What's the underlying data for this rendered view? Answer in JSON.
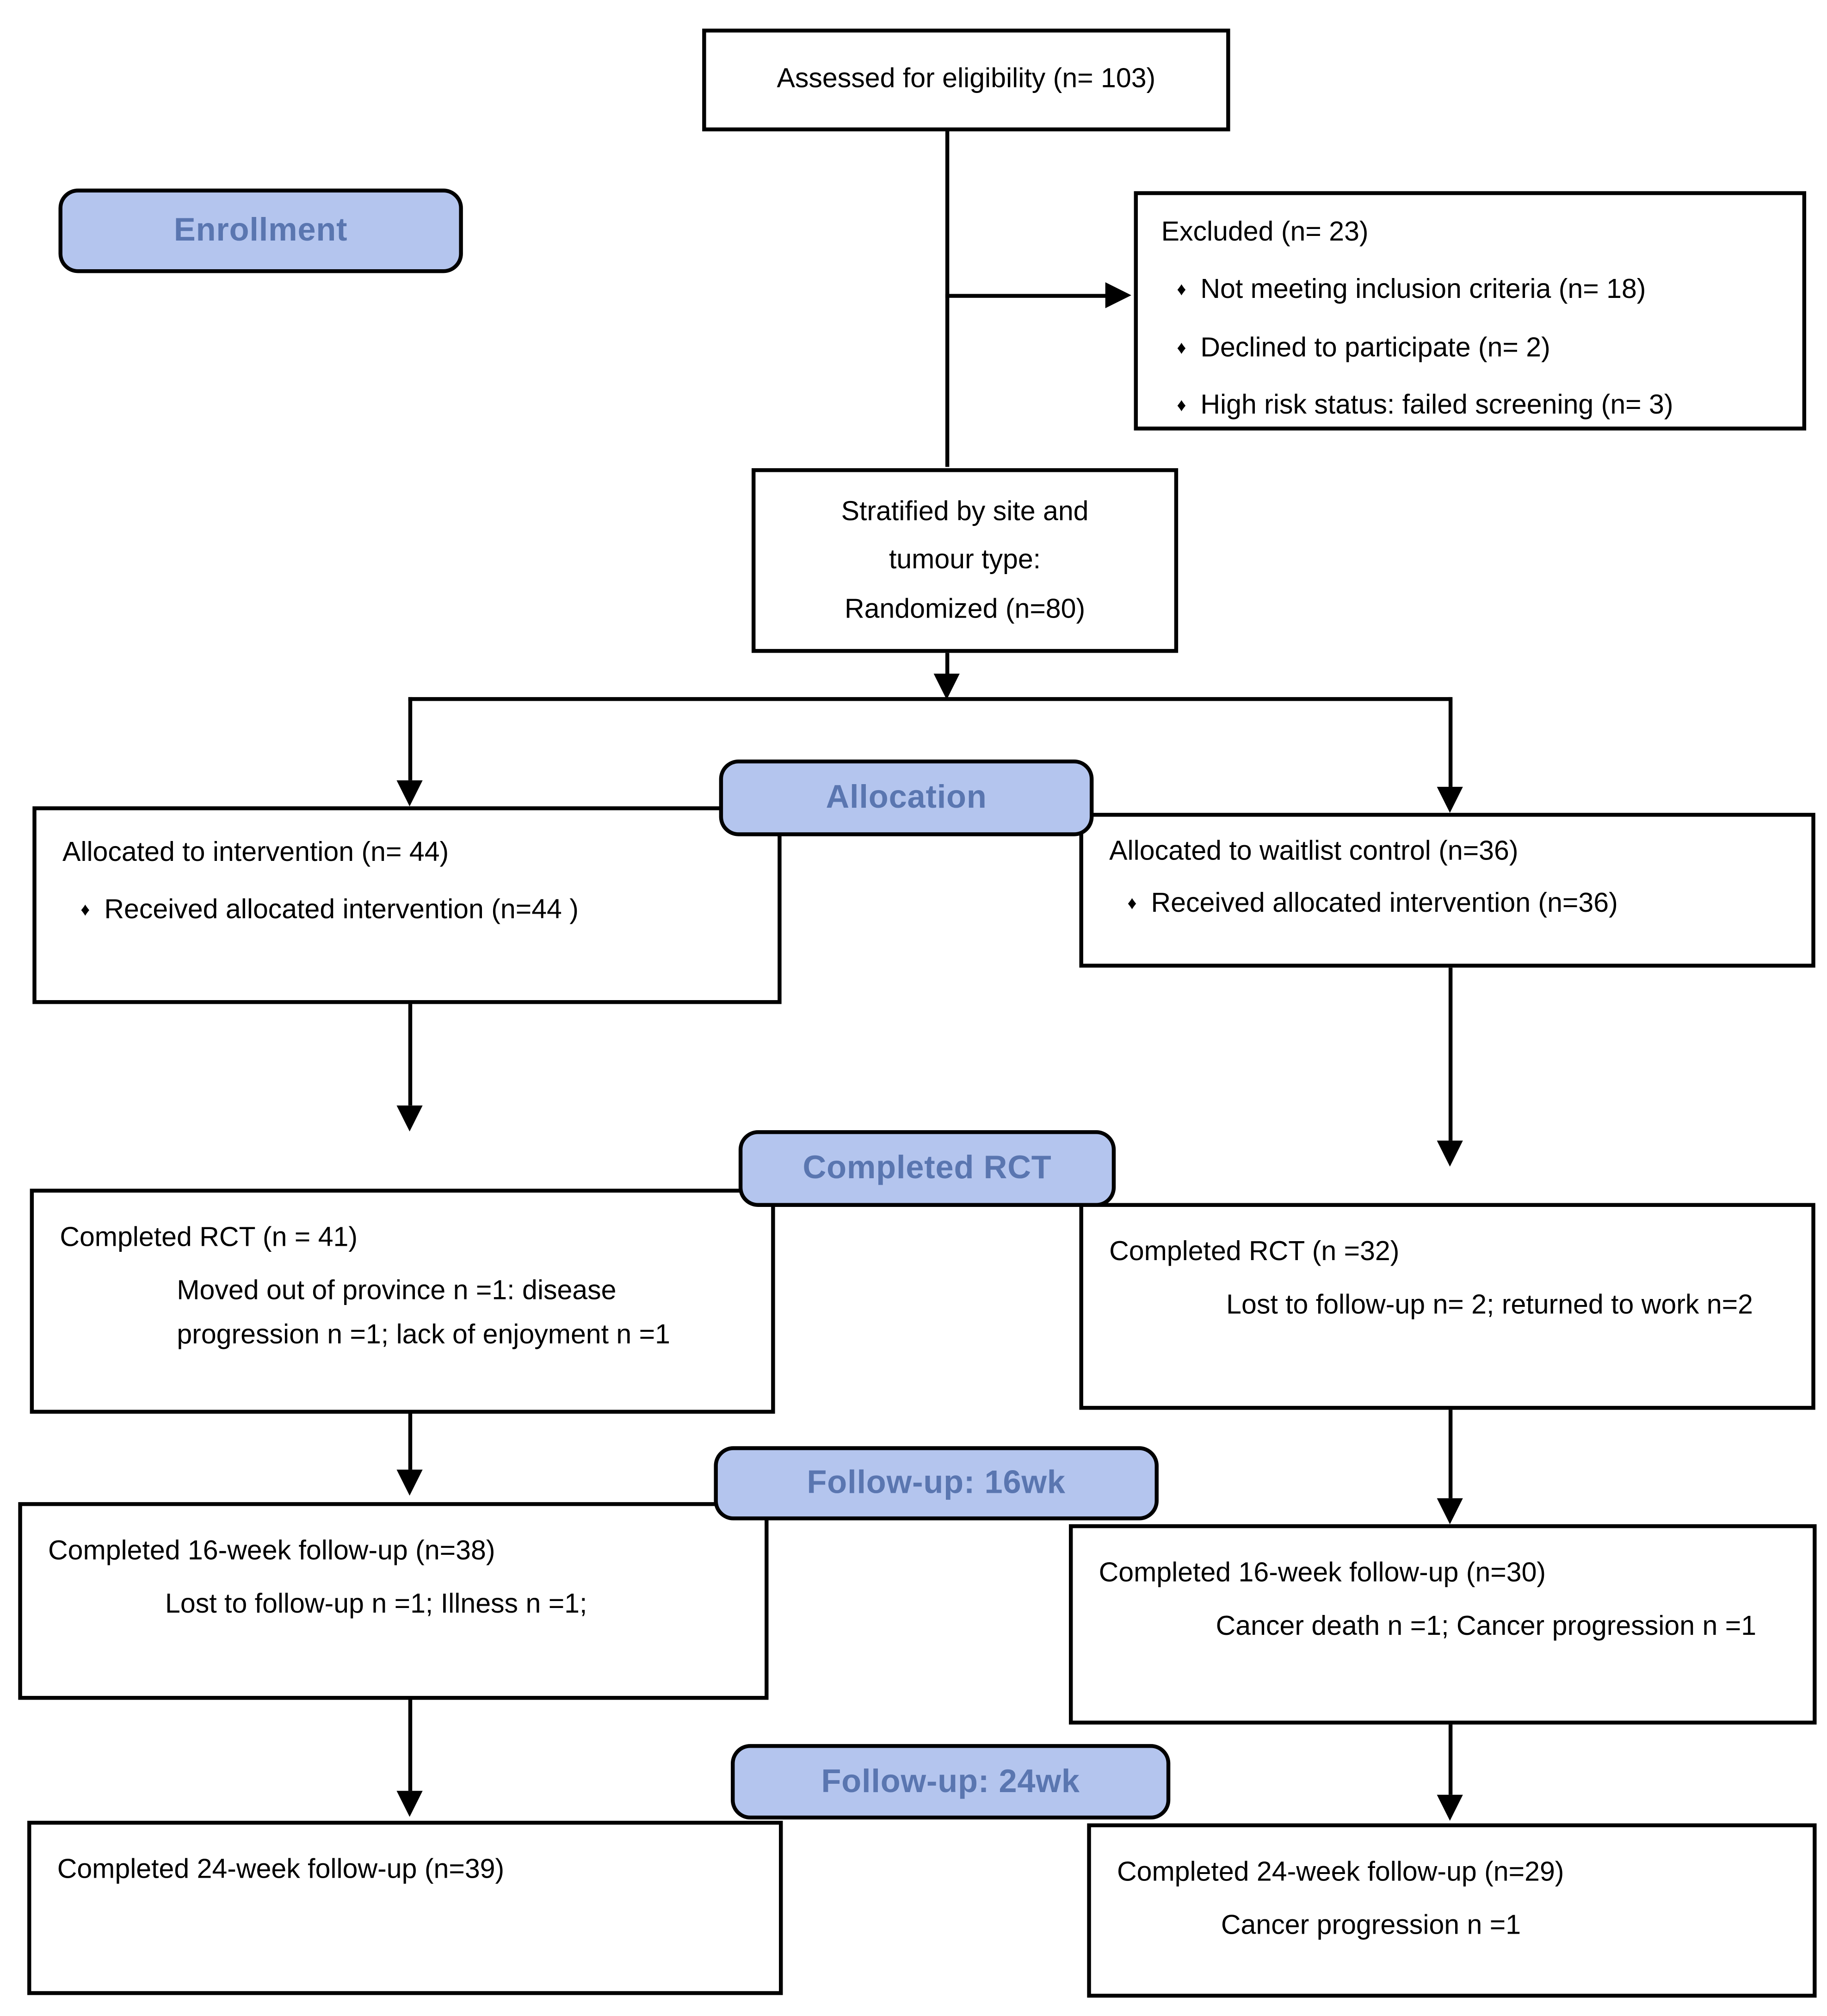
{
  "colors": {
    "stage_fill": "#b4c5ee",
    "stage_text": "#5a76b0",
    "box_border": "#000000",
    "background": "#ffffff"
  },
  "bullet_glyph": "♦",
  "stage_labels": {
    "enrollment": "Enrollment",
    "allocation": "Allocation",
    "completed_rct": "Completed RCT",
    "followup_16wk": "Follow-up: 16wk",
    "followup_24wk": "Follow-up: 24wk"
  },
  "boxes": {
    "assessed": {
      "text": "Assessed for eligibility (n= 103)"
    },
    "excluded": {
      "title": "Excluded (n= 23)",
      "items": [
        "Not meeting inclusion criteria (n= 18)",
        "Declined to participate (n= 2)",
        "High risk status: failed screening (n= 3)"
      ]
    },
    "randomized": {
      "line1": "Stratified by site and",
      "line2": "tumour type:",
      "line3": "Randomized (n=80)"
    },
    "allocated_intervention": {
      "title": "Allocated to intervention (n= 44)",
      "bullet": "Received allocated intervention (n=44 )"
    },
    "allocated_control": {
      "title": "Allocated to waitlist control (n=36)",
      "bullet": "Received allocated intervention (n=36)"
    },
    "completed_rct_intervention": {
      "title": "Completed RCT (n = 41)",
      "detail": "Moved out of province n =1: disease progression n =1; lack of enjoyment n =1"
    },
    "completed_rct_control": {
      "title": "Completed RCT (n =32)",
      "detail": "Lost to follow-up n= 2; returned to work n=2"
    },
    "followup16_intervention": {
      "title": "Completed 16-week follow-up (n=38)",
      "detail": "Lost to follow-up n =1; Illness n =1;"
    },
    "followup16_control": {
      "title": "Completed 16-week follow-up (n=30)",
      "detail": "Cancer death n =1; Cancer progression n =1"
    },
    "followup24_intervention": {
      "title": "Completed 24-week follow-up (n=39)"
    },
    "followup24_control": {
      "title": "Completed 24-week follow-up (n=29)",
      "detail": "Cancer progression n =1"
    }
  }
}
